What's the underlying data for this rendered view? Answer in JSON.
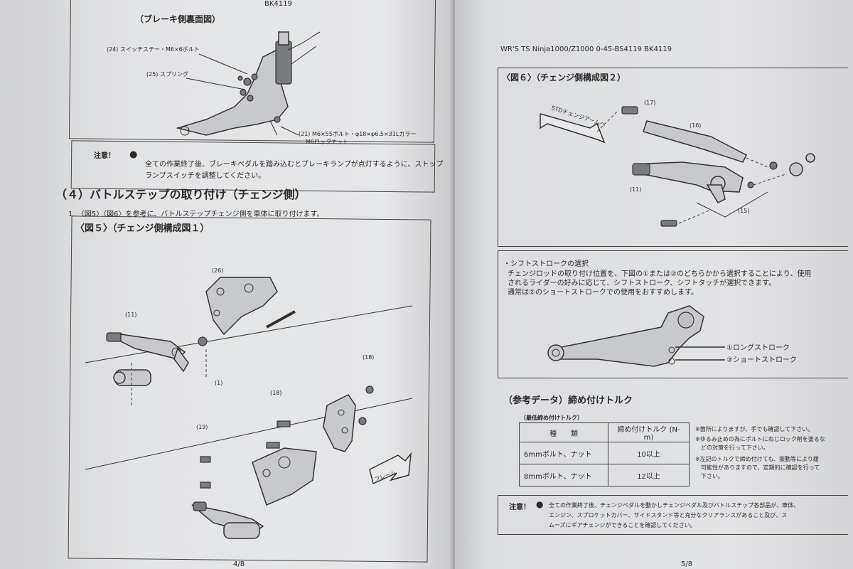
{
  "left_page": {
    "header_code": "BK4119",
    "figure_top_caption": "（ブレーキ側裏面図）",
    "brake_labels": {
      "item24": "(24) スイッチステー・M6×6ボルト",
      "item25": "(25) スプリング",
      "item21_line1": "(21) M6×55ボルト・φ18×φ6.5×31Lカラー",
      "item21_line2": "M6ロックナット"
    },
    "notice1": {
      "label": "注意！",
      "line1": "全ての作業終了後、ブレーキペダルを踏み込むとブレーキランプが点灯するように、ストップ",
      "line2": "ランプスイッチを調整してください。"
    },
    "section4_title": "（４）バトルステップの取り付け（チェンジ側）",
    "step1_text": "1. 〈図5〉〈図6〉を参考に、バトルステップチェンジ側を車体に取り付けます。",
    "fig5_title": "〈図５〉（チェンジ側構成図１）",
    "fig5_labels": {
      "p26": "(26)",
      "p11": "(11)",
      "p1": "(1)",
      "p18a": "(18)",
      "p18b": "(18)",
      "p19": "(19)",
      "frame": "フレーム"
    },
    "page_number": "4/8"
  },
  "right_page": {
    "header": "WR'S  TS  Ninja1000/Z1000  0-45-BS4119  BK4119",
    "fig6_title": "〈図６〉（チェンジ側構成図２）",
    "fig6_labels": {
      "arrow": "STDチェンジアームへ",
      "p17": "(17)",
      "p16": "(16)",
      "p11": "(11)",
      "p15": "(15)"
    },
    "shift_box": {
      "bullet_title": "・シフトストロークの選択",
      "line1": "チェンジロッドの取り付け位置を、下図の①または②のどちらかから選択することにより、使用",
      "line2": "されるライダーの好みに応じて、シフトストローク、シフトタッチが選択できます。",
      "line3": "通常は②のショートストロークでの使用をおすすめします。",
      "option1": "①ロングストローク",
      "option2": "②ショートストローク"
    },
    "ref_title": "（参考データ）締め付けトルク",
    "min_torque_label": "（最低締め付けトルク）",
    "torque_table": {
      "headers": [
        "種　　類",
        "締め付けトルク (N-m)"
      ],
      "rows": [
        [
          "6mmボルト、ナット",
          "10以上"
        ],
        [
          "8mmボルト、ナット",
          "12以上"
        ]
      ]
    },
    "torque_notes": [
      "※箇所によりますが、手でも確認して下さい。",
      "※ゆるみ止めの為にボルトにねじロック剤を塗るな",
      "　どの対策を行って下さい。",
      "※左記のトルクで締め付けても、振動等により緩",
      "　可能性がありますので、定期的に確認を行って",
      "　下さい。"
    ],
    "notice2": {
      "label": "注意！",
      "line1": "全ての作業終了後、チェンジペダルを動かしチェンジペダル及びバトルステップ各部品が、車体、",
      "line2": "エンジン、スプロケットカバー、サイドスタンド等と充分なクリアランスがあること及び、ス",
      "line3": "ムーズにギアチェンジができることを確認してください。"
    },
    "page_number": "5/8"
  }
}
